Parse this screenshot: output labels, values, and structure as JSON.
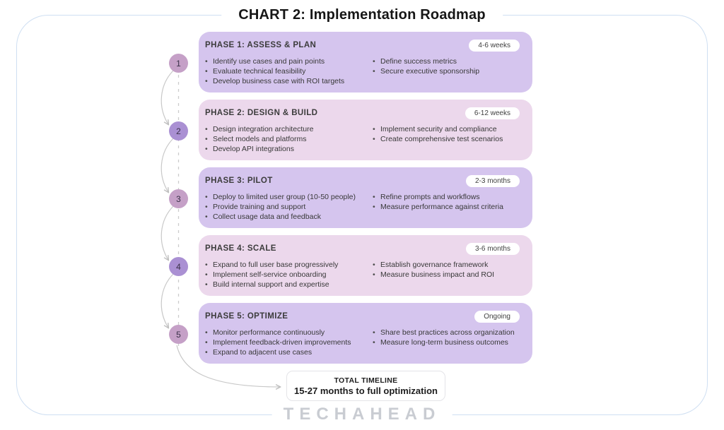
{
  "title": "CHART 2: Implementation Roadmap",
  "phases": [
    {
      "number": "1",
      "title": "PHASE 1: ASSESS & PLAN",
      "duration": "4-6 weeks",
      "left_bullets": [
        "Identify use cases and pain points",
        "Evaluate technical feasibility",
        "Develop business case with ROI targets"
      ],
      "right_bullets": [
        "Define success metrics",
        "Secure executive sponsorship"
      ]
    },
    {
      "number": "2",
      "title": "PHASE 2: DESIGN & BUILD",
      "duration": "6-12 weeks",
      "left_bullets": [
        "Design integration architecture",
        "Select models and platforms",
        "Develop API integrations"
      ],
      "right_bullets": [
        "Implement security and compliance",
        "Create comprehensive test scenarios"
      ]
    },
    {
      "number": "3",
      "title": "PHASE 3: PILOT",
      "duration": "2-3 months",
      "left_bullets": [
        "Deploy to limited user group (10-50 people)",
        "Provide training and support",
        "Collect usage data and feedback"
      ],
      "right_bullets": [
        "Refine prompts and workflows",
        "Measure performance against criteria"
      ]
    },
    {
      "number": "4",
      "title": "PHASE 4: SCALE",
      "duration": "3-6 months",
      "left_bullets": [
        "Expand to full user base progressively",
        "Implement self-service onboarding",
        "Build internal support and expertise"
      ],
      "right_bullets": [
        "Establish governance framework",
        "Measure business impact and ROI"
      ]
    },
    {
      "number": "5",
      "title": "PHASE 5: OPTIMIZE",
      "duration": "Ongoing",
      "left_bullets": [
        "Monitor performance continuously",
        "Implement feedback-driven improvements",
        "Expand to adjacent use cases"
      ],
      "right_bullets": [
        "Share best practices across organization",
        "Measure long-term business outcomes"
      ]
    }
  ],
  "total_timeline": {
    "label": "TOTAL TIMELINE",
    "value": "15-27 months to full optimization"
  },
  "footer_logo": "TECHAHEAD",
  "colors": {
    "phase_lavender": "#d5c5ee",
    "phase_lilac": "#ecd8ec",
    "circle_mauve": "#c5a0c7",
    "circle_purple": "#aa90d3",
    "card_border": "#cfdff2",
    "connector_gray": "#c8c8c8"
  }
}
